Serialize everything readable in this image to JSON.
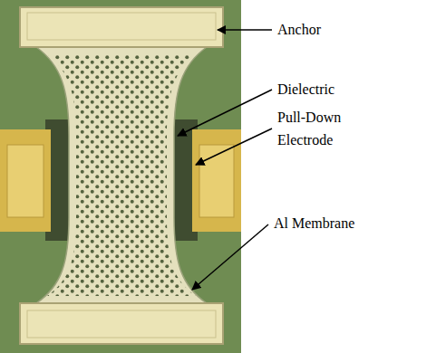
{
  "diagram": {
    "labels": [
      "Anchor",
      "Dielectric",
      "Pull-Down Electrode",
      "Al Membrane"
    ]
  }
}
